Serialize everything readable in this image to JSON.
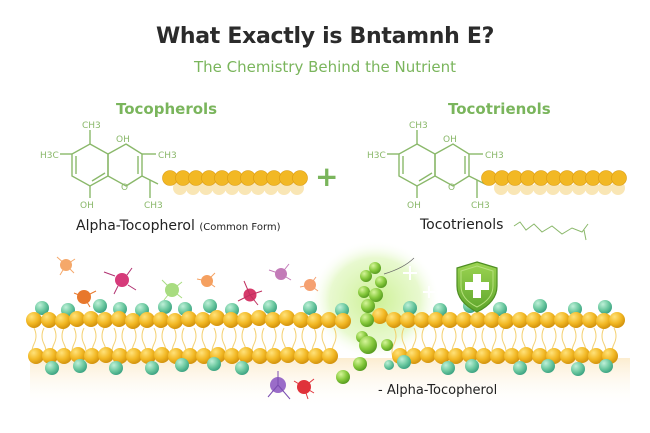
{
  "header": {
    "title": "What Exactly is Bntamnh E?",
    "subtitle": "The Chemistry Behind the Nutrient"
  },
  "left_panel": {
    "title": "Tocopherols",
    "label_main": "Alpha-Tocopherol",
    "label_note": "(Common Form)",
    "structure_labels": {
      "ch3_top": "CH3",
      "oh_top": "OH",
      "h3c_left": "H3C",
      "ch3_right": "CH3",
      "oh_bottom": "OH",
      "o_ring": "O",
      "ch3_bottom": "CH3"
    },
    "tail_beads": 11
  },
  "connector": {
    "symbol": "+"
  },
  "right_panel": {
    "title": "Tocotrienols",
    "label_main": "Tocotrienols",
    "structure_labels": {
      "ch3_top": "CH3",
      "oh_top": "OH",
      "h3c_left": "H3C",
      "ch3_right": "CH3",
      "oh_bottom": "OH",
      "o_ring": "O",
      "ch3_bottom": "CH3"
    },
    "tail_beads": 11
  },
  "membrane": {
    "label": "- Alpha-Tocopherol",
    "shield_icon": "shield-plus-icon",
    "colors": {
      "head": "#f2b824",
      "head_alt": "#6cc9a0",
      "molecule_green": "#7cc23a",
      "structure_green": "#8ab86a",
      "accent_green": "#7ab55c"
    }
  }
}
